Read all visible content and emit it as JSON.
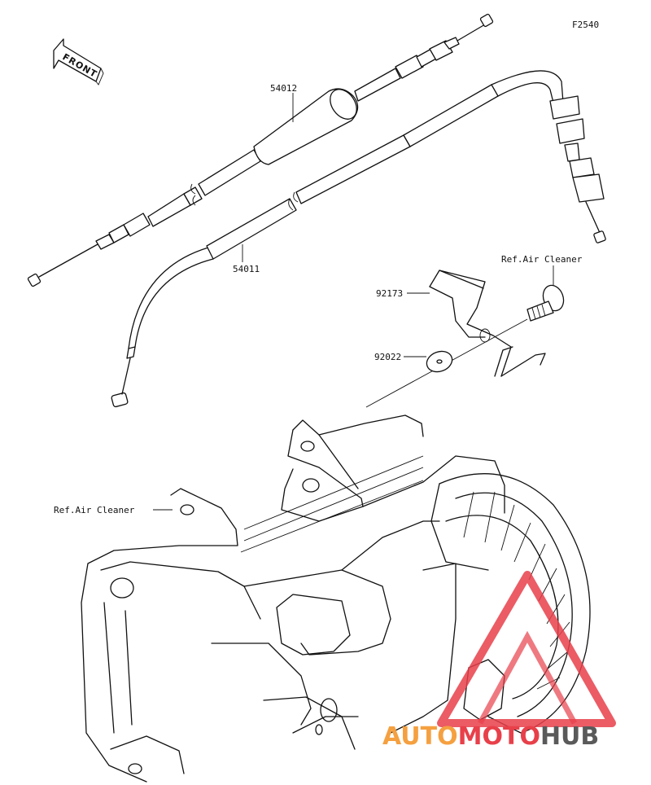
{
  "figure_code": "F2540",
  "front_label": "FRONT",
  "parts": {
    "cable_upper": "54012",
    "cable_lower": "54011",
    "bracket": "92173",
    "washer": "92022"
  },
  "references": {
    "ref_right": "Ref.Air Cleaner",
    "ref_left": "Ref.Air Cleaner"
  },
  "watermark": {
    "part1": "AUTO",
    "part2": "MOTO",
    "part3": "HUB",
    "color_red": "#e8404a",
    "color_orange": "#f5a040",
    "color_gray": "#5a5a5a"
  }
}
